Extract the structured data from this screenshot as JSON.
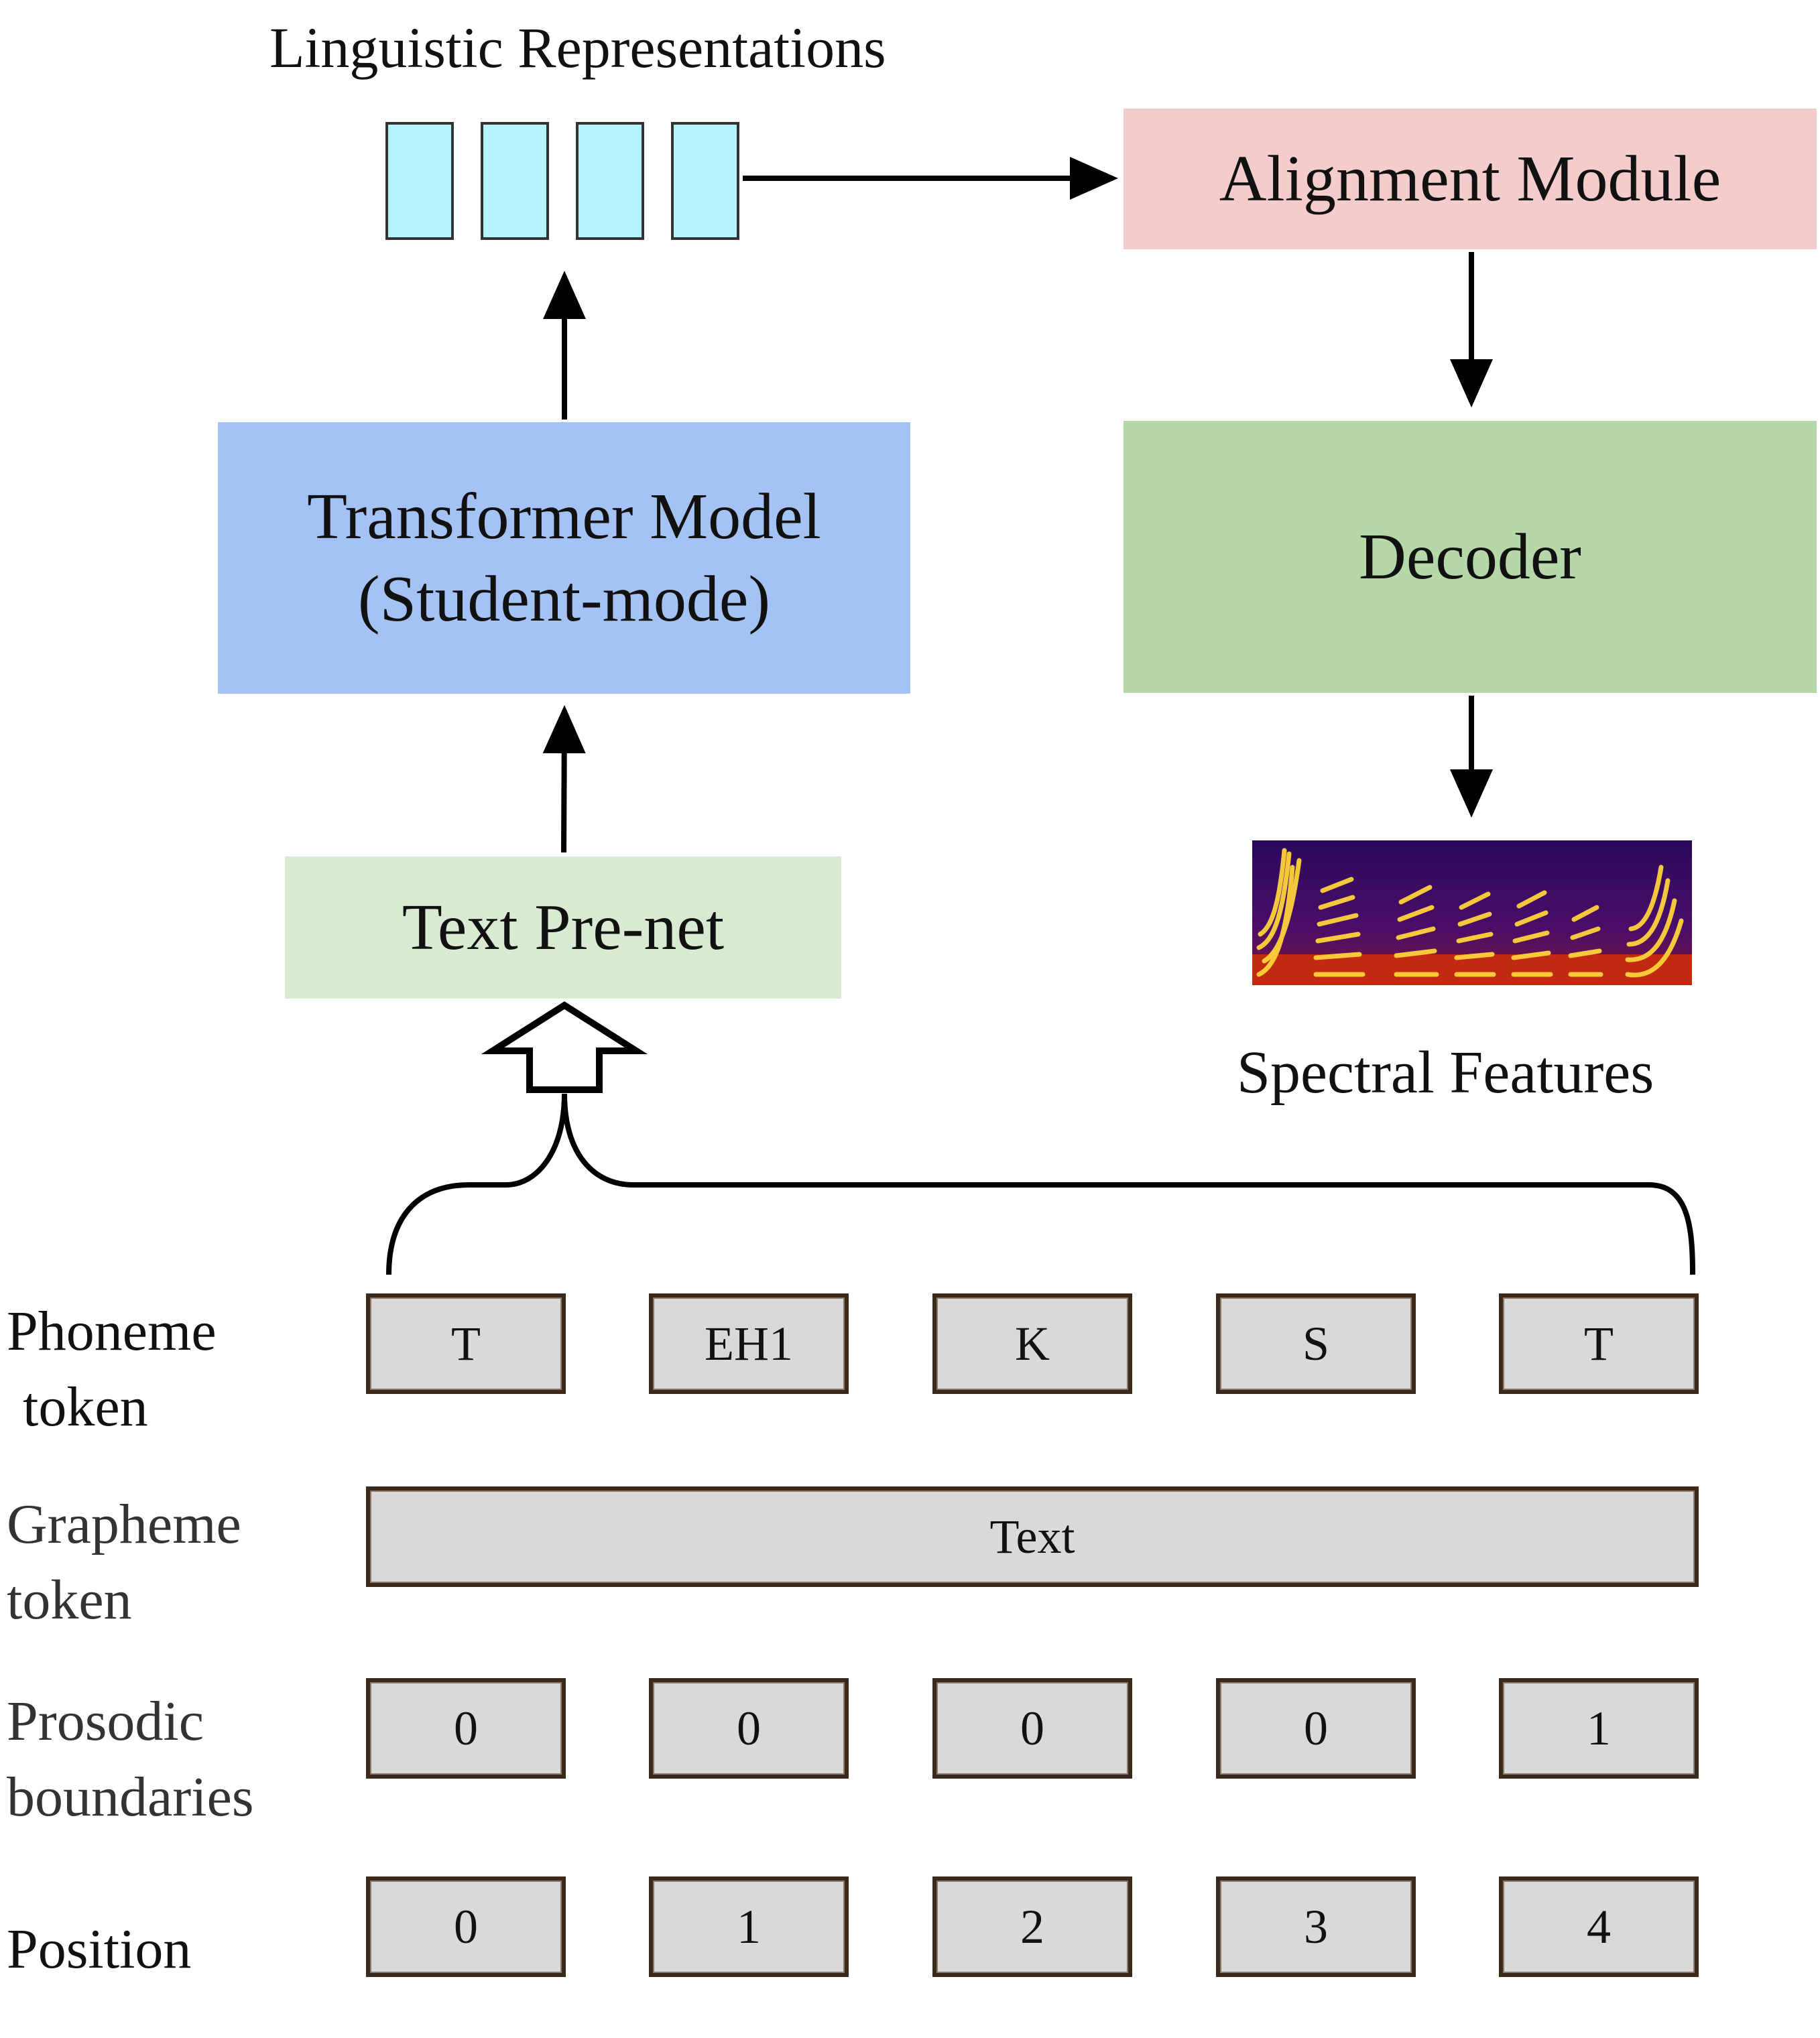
{
  "title_top": "Linguistic Representations",
  "alignment_module": "Alignment Module",
  "transformer_line1": "Transformer Model",
  "transformer_line2": "(Student-mode)",
  "decoder": "Decoder",
  "text_prenet": "Text Pre-net",
  "spectral_features": "Spectral Features",
  "rows": {
    "phoneme": {
      "label1": "Phoneme",
      "label2": "token",
      "tokens": [
        "T",
        "EH1",
        "K",
        "S",
        "T"
      ]
    },
    "grapheme": {
      "label1": "Grapheme",
      "label2": "token",
      "token": "Text"
    },
    "prosodic": {
      "label1": "Prosodic",
      "label2": "boundaries",
      "tokens": [
        "0",
        "0",
        "0",
        "0",
        "1"
      ]
    },
    "position": {
      "label": "Position",
      "tokens": [
        "0",
        "1",
        "2",
        "3",
        "4"
      ]
    }
  },
  "colors": {
    "linguistic_cell": "#b3f4fc",
    "alignment": "#f4cccc",
    "transformer": "#a4c2f4",
    "decoder": "#b6d7a8",
    "prenet": "#d9ead3",
    "token": "#d9d9d9"
  }
}
